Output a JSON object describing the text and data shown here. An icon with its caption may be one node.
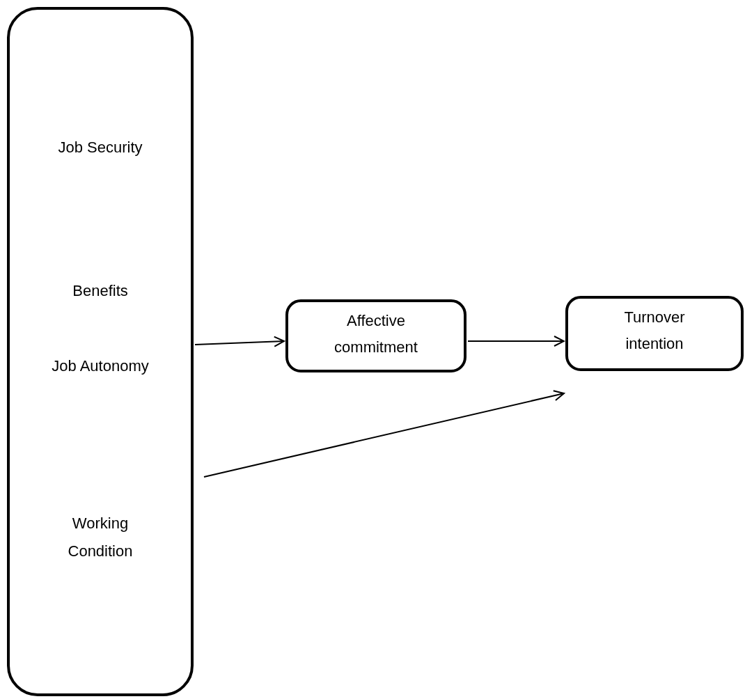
{
  "diagram": {
    "nodes": [
      {
        "text": [
          "Job Security",
          "Benefits",
          "Job Autonomy",
          "Working Condition"
        ]
      },
      {
        "text": [
          "Affective commitment"
        ]
      },
      {
        "text": [
          "Turnover intention"
        ]
      }
    ],
    "edges": [
      {
        "from": 0,
        "to": 1,
        "arrow": "to"
      },
      {
        "from": 1,
        "to": 2,
        "arrow": "to"
      },
      {
        "from": 0,
        "to": 2,
        "arrow": "to"
      }
    ]
  }
}
